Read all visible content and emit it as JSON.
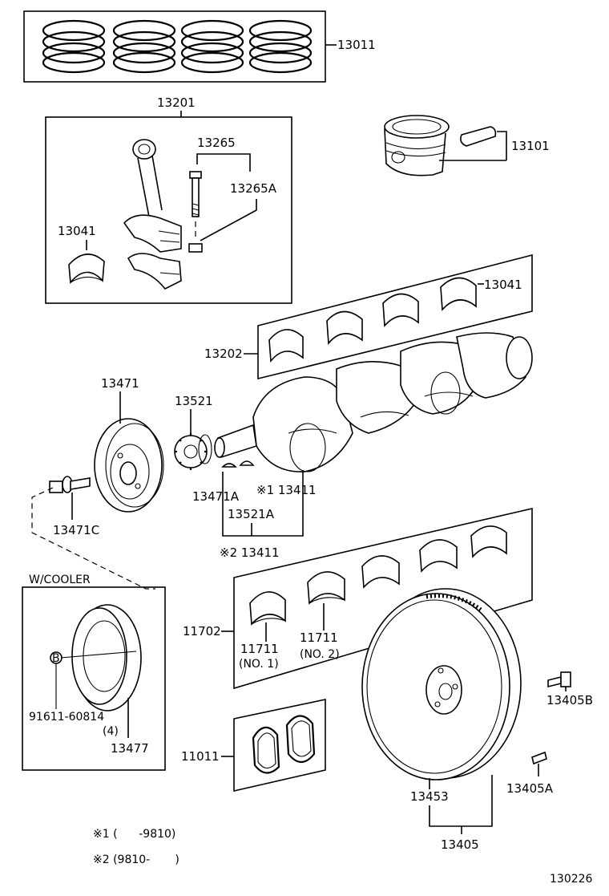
{
  "labels": {
    "p13011": "13011",
    "p13201": "13201",
    "p13265": "13265",
    "p13265a": "13265A",
    "p13041_top": "13041",
    "p13101": "13101",
    "p13041_right": "13041",
    "p13202": "13202",
    "p13471": "13471",
    "p13521": "13521",
    "p13471a": "13471A",
    "mark1_13411": "※1  13411",
    "p13521a": "13521A",
    "mark2_13411": "※2  13411",
    "p13471c": "13471C",
    "w_cooler": "W/COOLER",
    "p11702": "11702",
    "p11711_a": "11711",
    "no1": "(NO. 1)",
    "p11711_b": "11711",
    "no2": "(NO. 2)",
    "p91611": "91611-60814",
    "qty4": "(4)",
    "p13477": "13477",
    "p11011": "11011",
    "p13405b": "13405B",
    "p13405a": "13405A",
    "p13453": "13453",
    "p13405": "13405",
    "b_marker": "B",
    "note1": "※1 (      -9810)",
    "note2": "※2 (9810-       )",
    "diagram_code": "130226"
  }
}
